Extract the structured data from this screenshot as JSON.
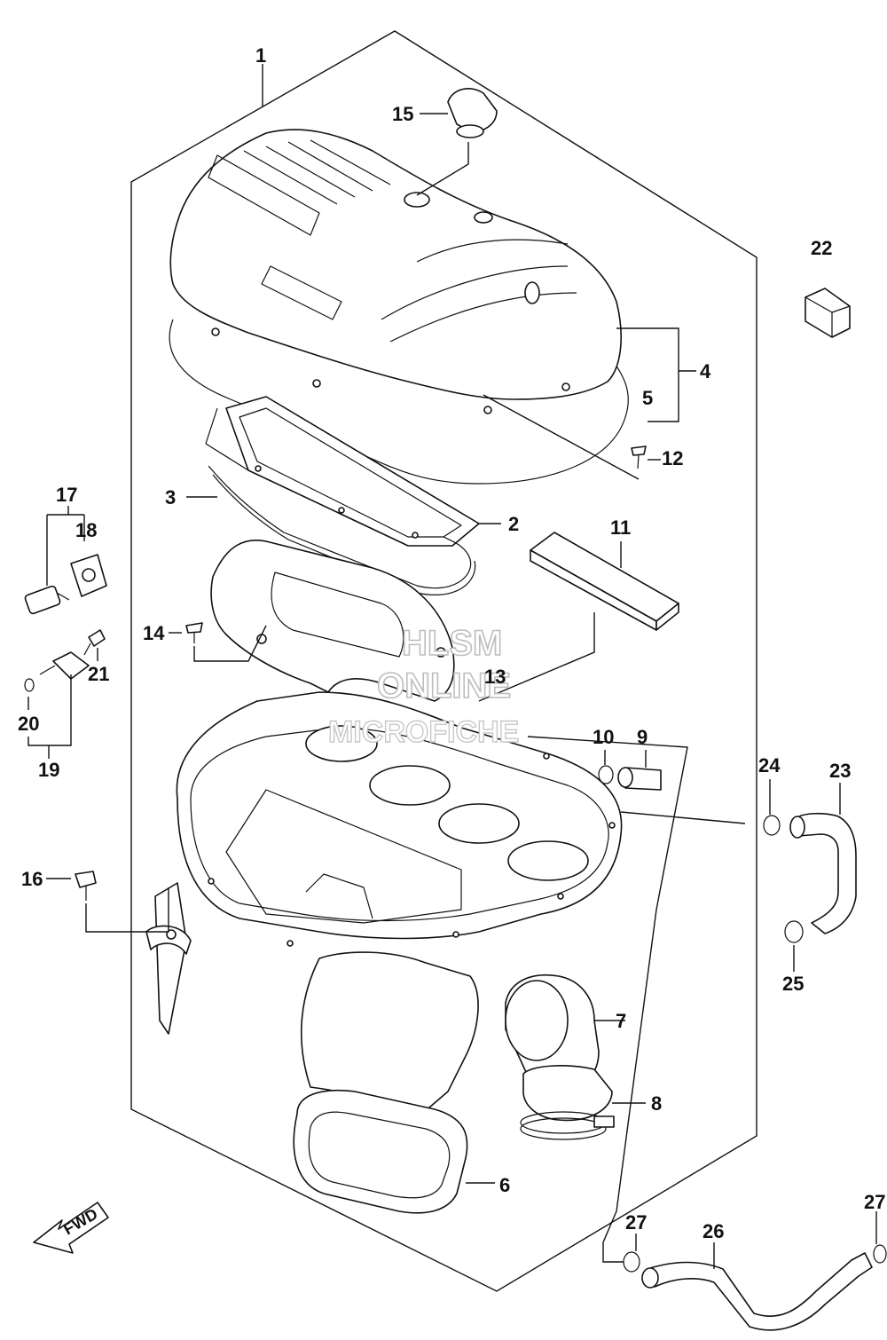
{
  "diagram": {
    "callouts": [
      {
        "id": "c1",
        "text": "1"
      },
      {
        "id": "c2",
        "text": "2"
      },
      {
        "id": "c3",
        "text": "3"
      },
      {
        "id": "c4",
        "text": "4"
      },
      {
        "id": "c5",
        "text": "5"
      },
      {
        "id": "c6",
        "text": "6"
      },
      {
        "id": "c7",
        "text": "7"
      },
      {
        "id": "c8",
        "text": "8"
      },
      {
        "id": "c9",
        "text": "9"
      },
      {
        "id": "c10",
        "text": "10"
      },
      {
        "id": "c11",
        "text": "11"
      },
      {
        "id": "c12",
        "text": "12"
      },
      {
        "id": "c13",
        "text": "13"
      },
      {
        "id": "c14",
        "text": "14"
      },
      {
        "id": "c15",
        "text": "15"
      },
      {
        "id": "c16",
        "text": "16"
      },
      {
        "id": "c17",
        "text": "17"
      },
      {
        "id": "c18",
        "text": "18"
      },
      {
        "id": "c19",
        "text": "19"
      },
      {
        "id": "c20",
        "text": "20"
      },
      {
        "id": "c21",
        "text": "21"
      },
      {
        "id": "c22",
        "text": "22"
      },
      {
        "id": "c23",
        "text": "23"
      },
      {
        "id": "c24",
        "text": "24"
      },
      {
        "id": "c25",
        "text": "25"
      },
      {
        "id": "c26",
        "text": "26"
      },
      {
        "id": "c27a",
        "text": "27"
      },
      {
        "id": "c27b",
        "text": "27"
      }
    ],
    "fwd_label": "FWD",
    "watermark": {
      "line1": "HLSM",
      "line2": "ONLINE",
      "line3": "MICROFICHE"
    }
  }
}
